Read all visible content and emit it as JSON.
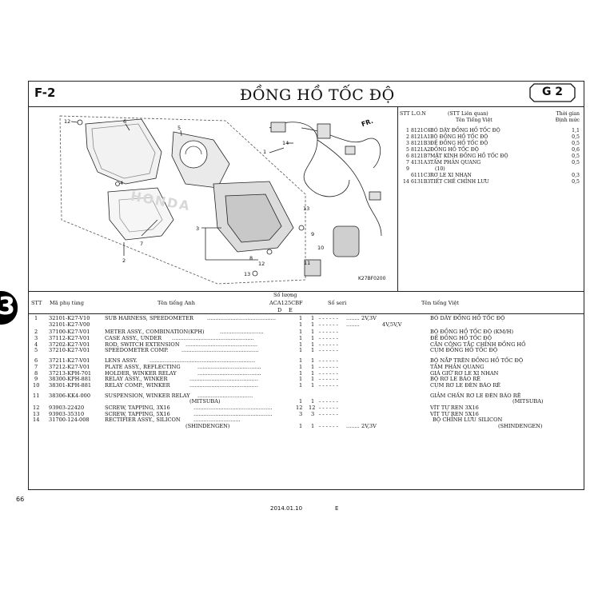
{
  "page": {
    "code": "F-2",
    "title": "ĐỒNG HỒ TỐC ĐỘ",
    "group": "G 2",
    "page_number": "66",
    "footer_date": "2014.01.10",
    "footer_edition": "E",
    "side_tab": "3"
  },
  "diagram": {
    "image_code": "K27BF0200",
    "fr_label": "FR.",
    "brand_watermark": "HONDA",
    "callouts": [
      "12",
      "6",
      "5",
      "4",
      "1",
      "14",
      "7",
      "2",
      "3",
      "13",
      "8",
      "12",
      "9",
      "10",
      "11",
      "13"
    ]
  },
  "parts_header": {
    "col1": "STT L.O.N",
    "col2": "(STT Liên quan)",
    "col2b": "Tên Tiếng Việt",
    "col3": "Thời gian",
    "col3b": "Định mức"
  },
  "parts_list": [
    {
      "no": "1",
      "code": "8121C6",
      "name": "BÓ DÂY ĐỒNG HỒ TỐC ĐỘ",
      "time": "1,1"
    },
    {
      "no": "2",
      "code": "8121A1",
      "name": "BỘ ĐỒNG HỒ TỐC ĐỘ",
      "time": "0,5"
    },
    {
      "no": "3",
      "code": "8121B3",
      "name": "ĐẾ ĐỒNG HỒ TỐC ĐỘ",
      "time": "0,5"
    },
    {
      "no": "5",
      "code": "8121A2",
      "name": "ĐỒNG HỒ TỐC ĐỘ",
      "time": "0,6"
    },
    {
      "no": "6",
      "code": "8121B7",
      "name": "MẶT KÍNH ĐỒNG HỒ TỐC ĐỘ",
      "time": "0,5"
    },
    {
      "no": "7",
      "code": "4131A3",
      "name": "TẤM PHẢN QUANG",
      "time": "0,5"
    },
    {
      "no": "9",
      "code": "",
      "name": "(10)",
      "time": ""
    },
    {
      "no": "",
      "code": "6111C3",
      "name": "RƠ LE XI NHAN",
      "time": "0,3"
    },
    {
      "no": "14",
      "code": "6131B3",
      "name": "TIẾT CHẾ CHỈNH LƯU",
      "time": "0,5"
    }
  ],
  "table_header": {
    "stt": "STT",
    "part_no": "Mã phụ tùng",
    "name_en": "Tên tiếng Anh",
    "qty_title": "Số lượng",
    "model": "ACA125CBF",
    "serial": "Số seri",
    "name_vn": "Tên tiếng Việt",
    "col_d": "D",
    "col_e": "E"
  },
  "table_rows": [
    {
      "stt": "1",
      "part": "32101-K27-V10",
      "en": "SUB HARNESS, SPEEDOMETER",
      "d": "1",
      "e": "1",
      "serial": "2V,3V",
      "vn": "BÓ DÂY ĐỒNG HỒ TỐC ĐỘ"
    },
    {
      "stt": "",
      "part": "32101-K27-V00",
      "en": "",
      "d": "1",
      "e": "1",
      "serial": "4V,5V,V",
      "vn": ""
    },
    {
      "stt": "2",
      "part": "37100-K27-V01",
      "en": "METER ASSY., COMBINATION(KPH)",
      "d": "1",
      "e": "1",
      "serial": "",
      "vn": "BỘ ĐỒNG HỒ TỐC ĐỘ (KM/H)"
    },
    {
      "stt": "3",
      "part": "37112-K27-V01",
      "en": "CASE ASSY., UNDER",
      "d": "1",
      "e": "1",
      "serial": "",
      "vn": "ĐẾ ĐỒNG HỒ TỐC ĐỘ"
    },
    {
      "stt": "4",
      "part": "37202-K27-V01",
      "en": "ROD, SWITCH EXTENSION",
      "d": "1",
      "e": "1",
      "serial": "",
      "vn": "CẦN CÔNG TẮC CHỈNH ĐỒNG HỒ"
    },
    {
      "stt": "5",
      "part": "37210-K27-V01",
      "en": "SPEEDOMETER COMP.",
      "d": "1",
      "e": "1",
      "serial": "",
      "vn": "CỤM ĐỒNG HỒ TỐC ĐỘ"
    },
    {
      "stt": "6",
      "part": "37211-K27-V01",
      "en": "LENS ASSY.",
      "d": "1",
      "e": "1",
      "serial": "",
      "vn": "BỘ NẮP TRÊN ĐỒNG HỒ TỐC ĐỘ"
    },
    {
      "stt": "7",
      "part": "37212-K27-V01",
      "en": "PLATE ASSY., REFLECTING",
      "d": "1",
      "e": "1",
      "serial": "",
      "vn": "TẤM PHẢN QUANG"
    },
    {
      "stt": "8",
      "part": "37213-KPH-701",
      "en": "HOLDER, WINKER RELAY",
      "d": "1",
      "e": "1",
      "serial": "",
      "vn": "GIÁ GIỮ RƠ LE XI NHAN"
    },
    {
      "stt": "9",
      "part": "38300-KPH-881",
      "en": "RELAY ASSY., WINKER",
      "d": "1",
      "e": "1",
      "serial": "",
      "vn": "BỘ RƠ LE BÁO RẼ"
    },
    {
      "stt": "10",
      "part": "38301-KPH-881",
      "en": "RELAY COMP., WINKER",
      "d": "1",
      "e": "1",
      "serial": "",
      "vn": "CỤM RƠ LE ĐÈN BÁO RẼ"
    },
    {
      "stt": "11",
      "part": "38306-KK4-000",
      "en": "SUSPENSION, WINKER RELAY",
      "d": "",
      "e": "",
      "serial": "",
      "vn": "GIẢM CHẤN RƠ LE ĐÈN BÁO RẼ"
    },
    {
      "stt": "",
      "part": "",
      "en": "(MITSUBA)",
      "d": "1",
      "e": "1",
      "serial": "",
      "vn": "(MITSUBA)"
    },
    {
      "stt": "12",
      "part": "93903-22420",
      "en": "SCREW, TAPPING, 3X16",
      "d": "12",
      "e": "12",
      "serial": "",
      "vn": "VÍT TỰ REN 3X16"
    },
    {
      "stt": "13",
      "part": "93903-35310",
      "en": "SCREW, TAPPING, 5X16",
      "d": "3",
      "e": "3",
      "serial": "",
      "vn": "VÍT TỰ REN 5X16"
    },
    {
      "stt": "14",
      "part": "31700-124-008",
      "en": "RECTIFIER ASSY., SILICON",
      "d": "",
      "e": "",
      "serial": "",
      "vn": "BỘ CHỈNH LƯU SILICON"
    },
    {
      "stt": "",
      "part": "",
      "en": "(SHINDENGEN)",
      "d": "1",
      "e": "1",
      "serial": "2V,3V",
      "vn": "(SHINDENGEN)"
    }
  ]
}
